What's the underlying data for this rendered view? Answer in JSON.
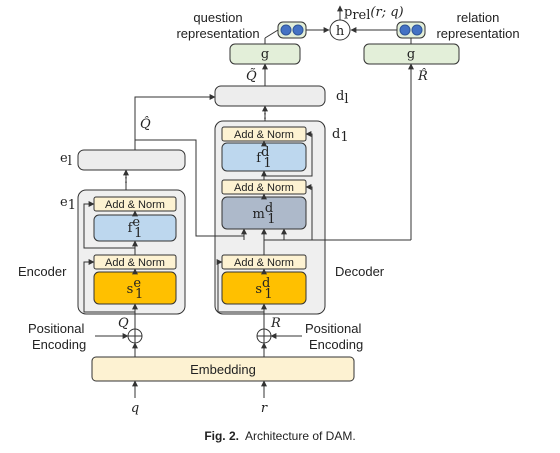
{
  "figure": {
    "caption_bold": "Fig. 2.",
    "caption_text": "Architecture of DAM.",
    "colors": {
      "green": "#e3efd9",
      "cream": "#fdf2d2",
      "blue": "#bdd7ee",
      "slate": "#adb9ca",
      "gold": "#ffc000",
      "gray": "#ededed",
      "panel": "#efefef",
      "dot": "#4472c4"
    }
  },
  "top": {
    "question_rep_line1": "question",
    "question_rep_line2": "representation",
    "relation_rep_line1": "relation",
    "relation_rep_line2": "representation",
    "h_node": "h",
    "output_label": "p",
    "output_sub": "rel",
    "output_args": "(r; q)",
    "g_left": "g",
    "g_right": "g",
    "q_tilde": "Q̃",
    "r_hat": "R̂"
  },
  "encoder": {
    "name": "Encoder",
    "el_label": "e",
    "el_sub": "l",
    "e1_label": "e",
    "e1_sub": "1",
    "dots": "⋮",
    "q_hat": "Q̂",
    "add_norm": "Add & Norm",
    "f_label": "f",
    "f_sup": "e",
    "f_sub": "1",
    "s_label": "s",
    "s_sup": "e",
    "s_sub": "1"
  },
  "decoder": {
    "name": "Decoder",
    "dl_label": "d",
    "dl_sub": "l",
    "d1_label": "d",
    "d1_sub": "1",
    "dots": "⋮",
    "add_norm": "Add & Norm",
    "f_label": "f",
    "f_sup": "d",
    "f_sub": "1",
    "m_label": "m",
    "m_sup": "d",
    "m_sub": "1",
    "s_label": "s",
    "s_sup": "d",
    "s_sub": "1"
  },
  "bottom": {
    "pos_enc_line1": "Positional",
    "pos_enc_line2": "Encoding",
    "pos_enc_right_line1": "Positional",
    "pos_enc_right_line2": "Encoding",
    "Q": "Q",
    "R": "R",
    "embedding": "Embedding",
    "q": "q",
    "r": "r"
  }
}
